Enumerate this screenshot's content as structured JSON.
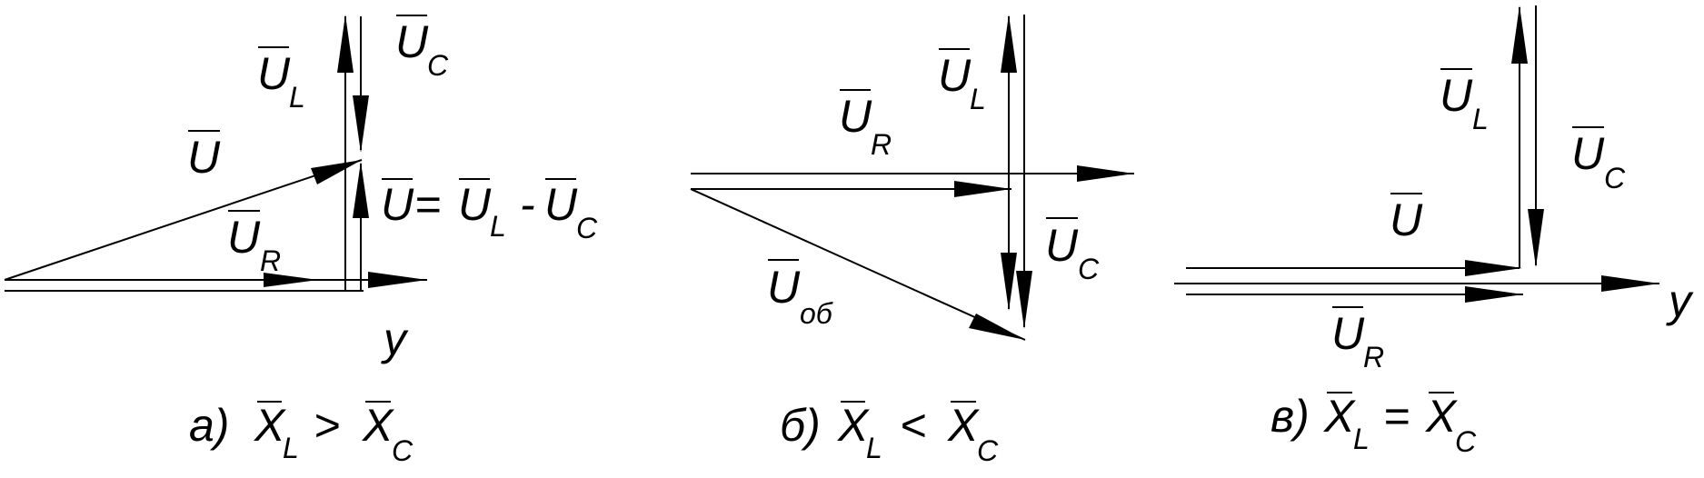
{
  "diagrams": [
    {
      "id": "a",
      "caption": {
        "prefix": "а)",
        "x1": "X",
        "x1_sub": "L",
        "rel": ">",
        "x2": "X",
        "x2_sub": "C"
      },
      "labels": {
        "UL": {
          "base": "U",
          "sub": "L"
        },
        "UC": {
          "base": "U",
          "sub": "C"
        },
        "U": {
          "base": "U",
          "sub": ""
        },
        "UR": {
          "base": "U",
          "sub": "R"
        },
        "eq": {
          "lhs": "U",
          "eq": "=",
          "a": "U",
          "a_sub": "L",
          "minus": "-",
          "b": "U",
          "b_sub": "C"
        },
        "axis": "y"
      }
    },
    {
      "id": "b",
      "caption": {
        "prefix": "б)",
        "x1": "X",
        "x1_sub": "L",
        "rel": "<",
        "x2": "X",
        "x2_sub": "C"
      },
      "labels": {
        "UL": {
          "base": "U",
          "sub": "L"
        },
        "UR": {
          "base": "U",
          "sub": "R"
        },
        "UC": {
          "base": "U",
          "sub": "C"
        },
        "Uob": {
          "base": "U",
          "sub": "об"
        }
      }
    },
    {
      "id": "c",
      "caption": {
        "prefix": "в)",
        "x1": "X",
        "x1_sub": "L",
        "rel": "=",
        "x2": "X",
        "x2_sub": "C"
      },
      "labels": {
        "UL": {
          "base": "U",
          "sub": "L"
        },
        "UC": {
          "base": "U",
          "sub": "C"
        },
        "U": {
          "base": "U",
          "sub": ""
        },
        "UR": {
          "base": "U",
          "sub": "R"
        },
        "axis": "y"
      }
    }
  ]
}
